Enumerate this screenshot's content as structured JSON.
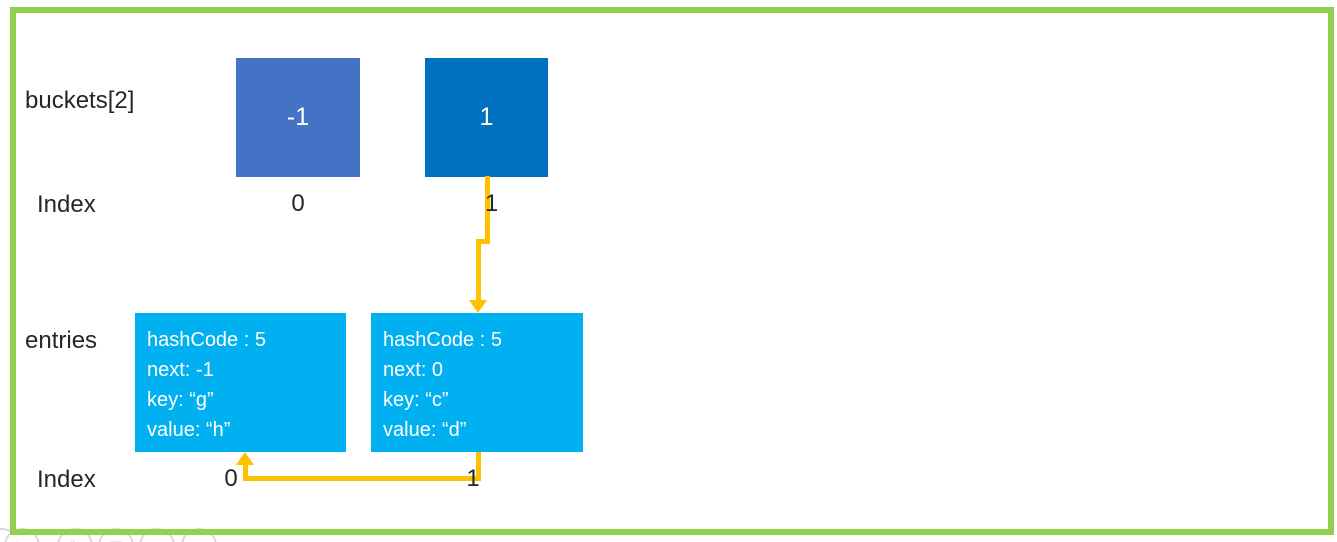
{
  "frame": {
    "border_color": "#92D050"
  },
  "buckets": {
    "label": "buckets[2]",
    "index_label": "Index",
    "cells": [
      {
        "value": "-1",
        "index": "0",
        "color": "#4472C4"
      },
      {
        "value": "1",
        "index": "1",
        "color": "#0070C0"
      }
    ]
  },
  "entries": {
    "label": "entries",
    "index_label": "Index",
    "cells": [
      {
        "index": "0",
        "color": "#00B0F0",
        "lines": [
          "hashCode : 5",
          "next: -1",
          "key: “g”",
          "value: “h”"
        ]
      },
      {
        "index": "1",
        "color": "#00B0F0",
        "lines": [
          "hashCode : 5",
          "next: 0",
          "key: “c”",
          "value: “d”"
        ]
      }
    ]
  },
  "arrows": {
    "color": "#FFC000"
  },
  "watermark": {
    "glyphs": [
      "▷",
      "✎",
      "▣",
      "○",
      "⋯"
    ]
  }
}
